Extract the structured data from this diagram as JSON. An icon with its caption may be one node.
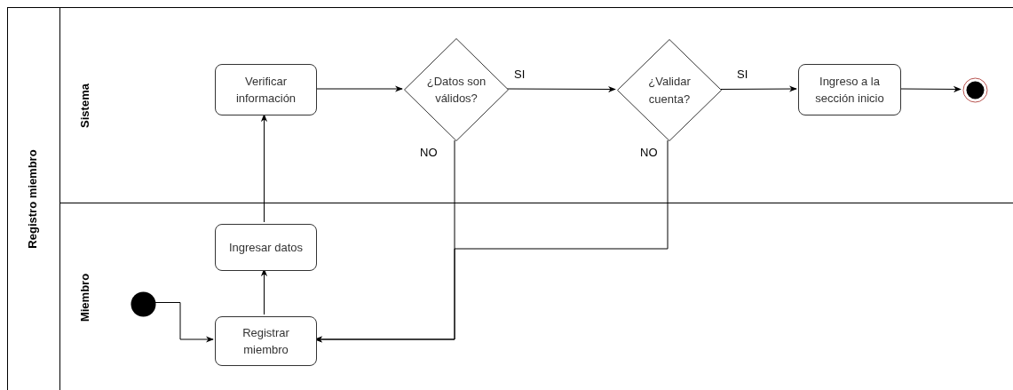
{
  "diagram": {
    "nodes": [
      {
        "text": [
          "Registro miembro"
        ]
      },
      {
        "text": [
          "Sistema"
        ],
        "in": 0
      },
      {
        "text": [
          "Miembro"
        ],
        "in": 0
      },
      {
        "text": [
          "Verificar información"
        ],
        "in": 1
      },
      {
        "text": [
          "¿Datos son válidos?"
        ],
        "in": 1
      },
      {
        "text": [
          "¿Validar cuenta?"
        ],
        "in": 1
      },
      {
        "text": [
          "Ingreso a la sección inicio"
        ],
        "in": 1
      },
      {
        "text": [],
        "shape": "circle",
        "in": 1
      },
      {
        "text": [],
        "shape": "circle",
        "in": 2
      },
      {
        "text": [
          "Ingresar datos"
        ],
        "in": 2
      },
      {
        "text": [
          "Registrar miembro"
        ],
        "in": 2
      }
    ],
    "edges": [
      {
        "from": 8,
        "to": 10,
        "arrow": "to"
      },
      {
        "from": 10,
        "to": 9,
        "arrow": "to"
      },
      {
        "from": 9,
        "to": 3,
        "arrow": "to"
      },
      {
        "from": 3,
        "to": 4,
        "arrow": "to"
      },
      {
        "from": 4,
        "to": 5,
        "arrow": "to",
        "label": "SI"
      },
      {
        "from": 5,
        "to": 6,
        "arrow": "to",
        "label": "SI"
      },
      {
        "from": 6,
        "to": 7,
        "arrow": "to"
      },
      {
        "from": 4,
        "to": 10,
        "arrow": "to",
        "label": "NO"
      },
      {
        "from": 5,
        "to": 10,
        "arrow": "to",
        "label": "NO"
      }
    ]
  }
}
